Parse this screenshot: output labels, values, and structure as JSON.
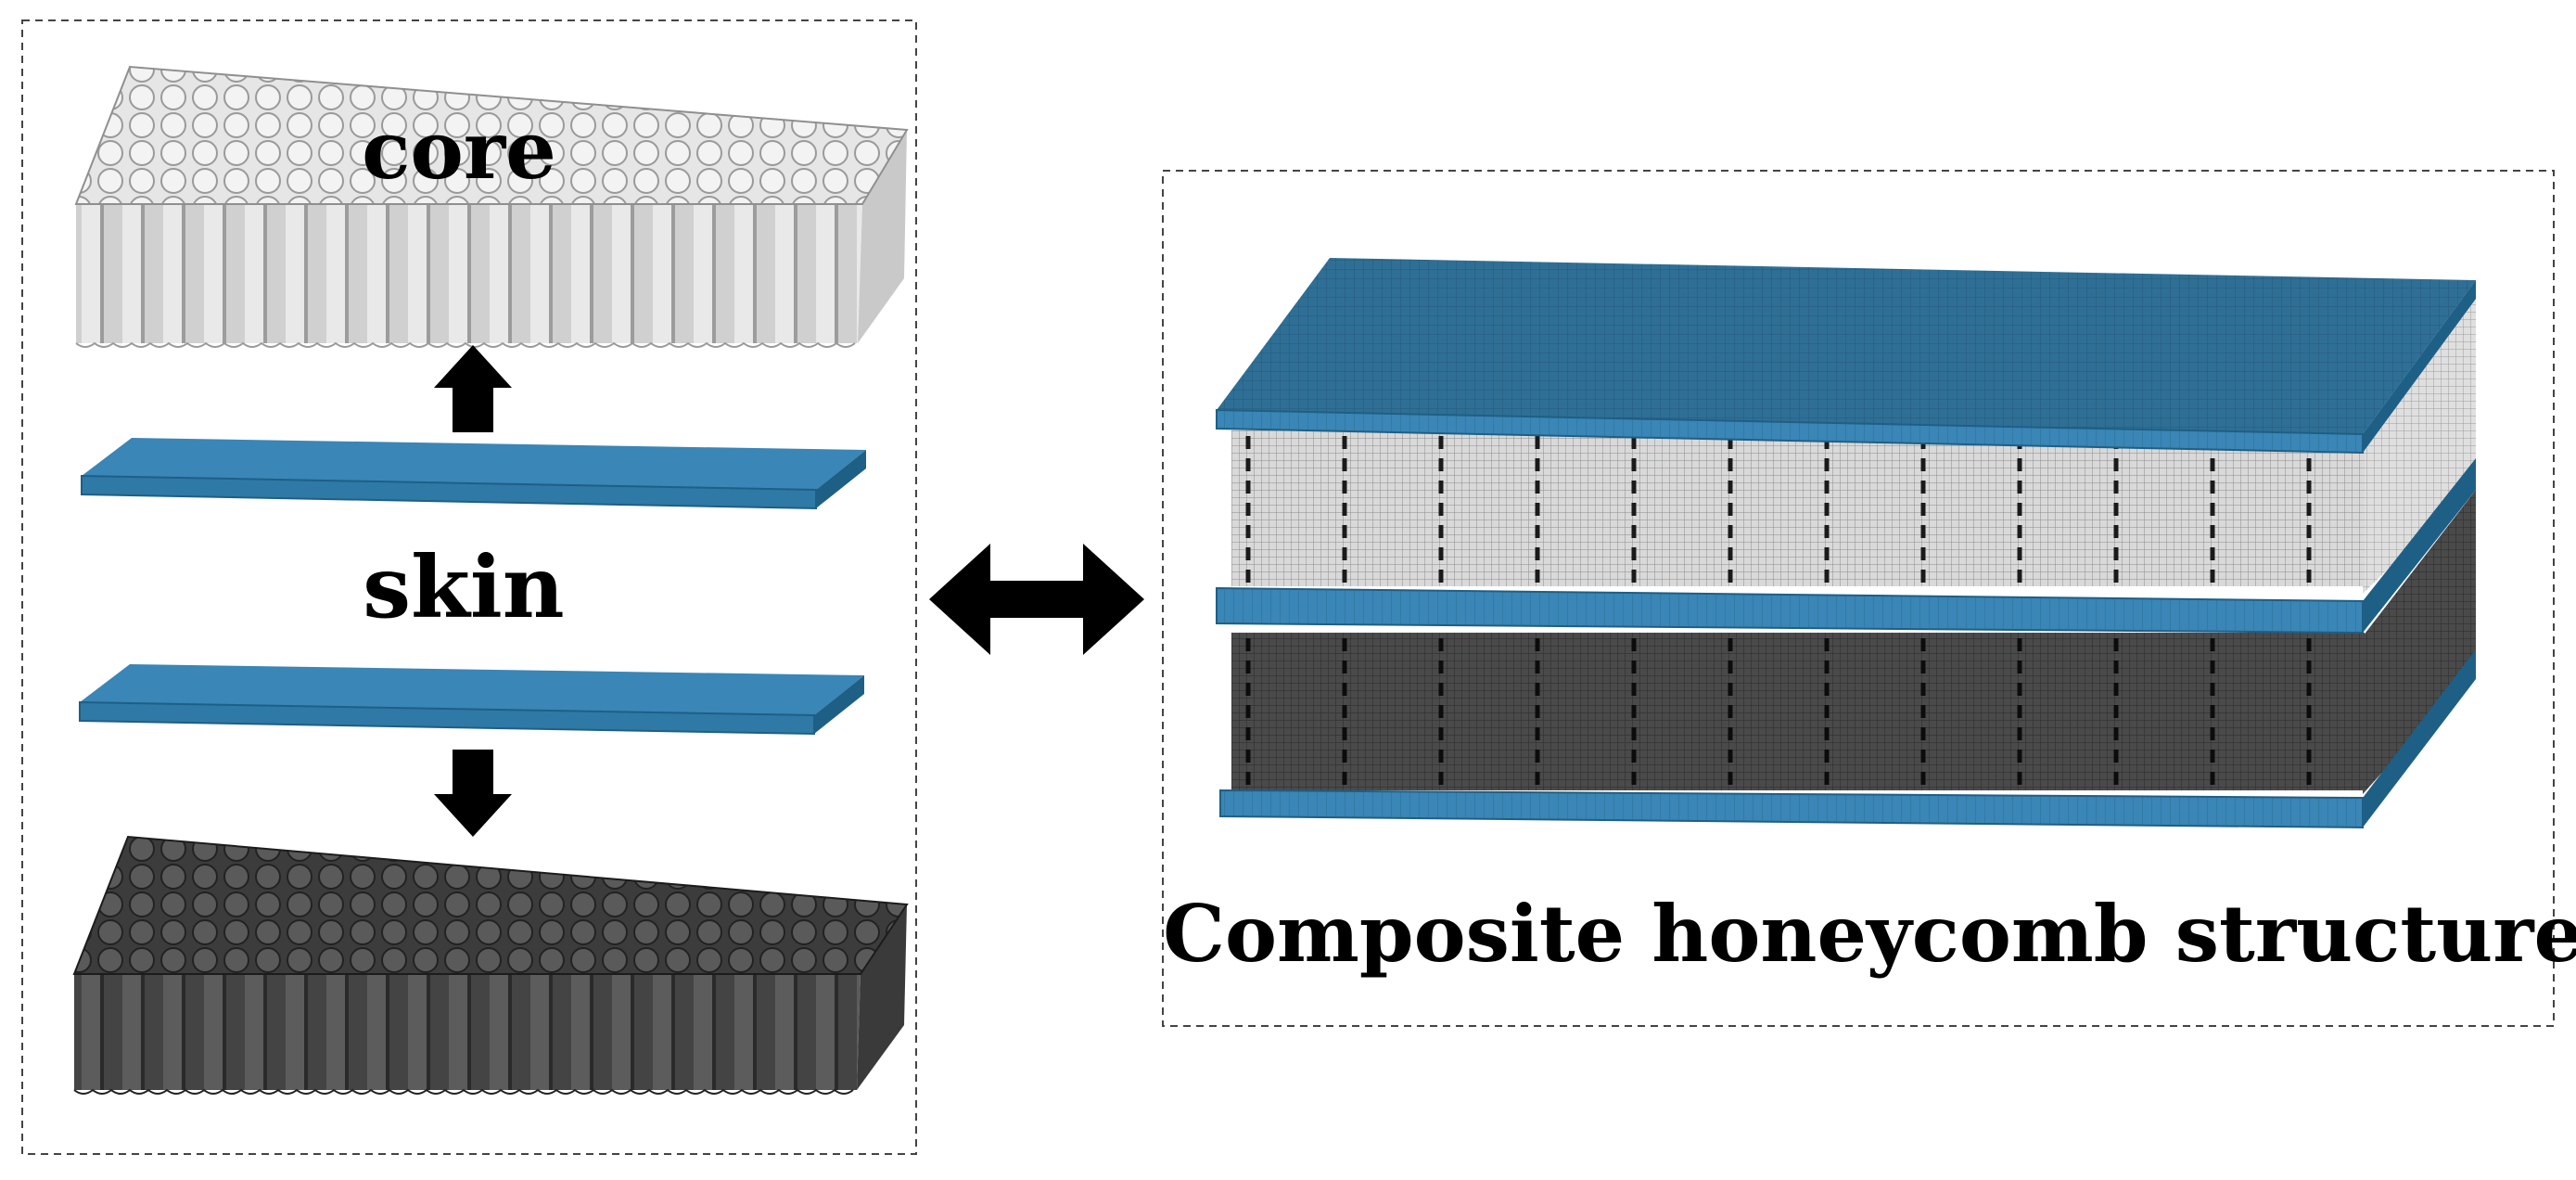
{
  "labels": {
    "core": "core",
    "skin": "skin",
    "assembly": "Composite honeycomb structure"
  },
  "colors": {
    "skin": "#3a86b6",
    "skin_dark": "#1e5f86",
    "skin_top": "#2b6f93",
    "core_light": "#d6d6d6",
    "core_dark": "#4b4b4b",
    "arrow": "#000000",
    "frame": "#444444"
  },
  "icons": {
    "up_arrow": "arrow-up-icon",
    "down_arrow": "arrow-down-icon",
    "double_arrow": "double-arrow-icon"
  }
}
